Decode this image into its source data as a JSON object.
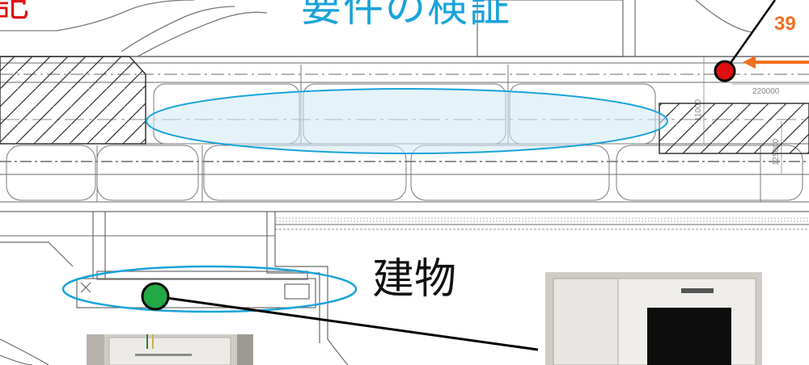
{
  "title": "要件の検証",
  "corner_text": "記",
  "callout_number": "39",
  "building_label": "建物",
  "plan_dimensions": {
    "top_right": "220000",
    "vertical_1": "11000",
    "vertical_2": "125000"
  },
  "colors": {
    "title": "#1aa3d9",
    "ellipse_stroke": "#1aa3d9",
    "ellipse_fill": "#d6ecf8",
    "red_marker": "#e01010",
    "green_marker": "#22a845",
    "orange_arrow": "#f07021",
    "drawing_line": "#7a7a7a"
  },
  "icons": {
    "red_marker": "red-circle-marker",
    "green_marker": "green-circle-marker",
    "orange_arrow": "left-arrow-icon"
  }
}
